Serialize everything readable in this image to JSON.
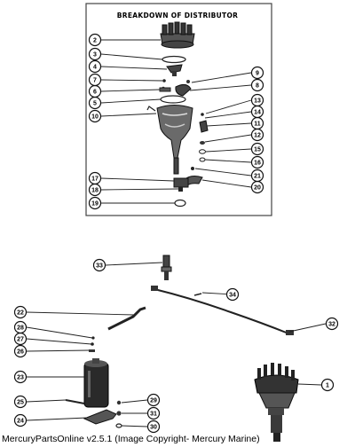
{
  "diagram": {
    "title": "BREAKDOWN OF DISTRIBUTOR",
    "part_callouts": [
      "1",
      "2",
      "3",
      "4",
      "5",
      "6",
      "7",
      "8",
      "9",
      "10",
      "11",
      "12",
      "13",
      "14",
      "15",
      "16",
      "17",
      "18",
      "19",
      "20",
      "21",
      "22",
      "23",
      "24",
      "25",
      "26",
      "27",
      "28",
      "29",
      "30",
      "31",
      "32",
      "33",
      "34"
    ]
  },
  "footer": {
    "copyright": "MercuryPartsOnline v2.5.1 (Image Copyright- Mercury Marine)"
  },
  "colors": {
    "ink": "#1a1a1a",
    "paper": "#ffffff",
    "panel_border": "#444444"
  }
}
